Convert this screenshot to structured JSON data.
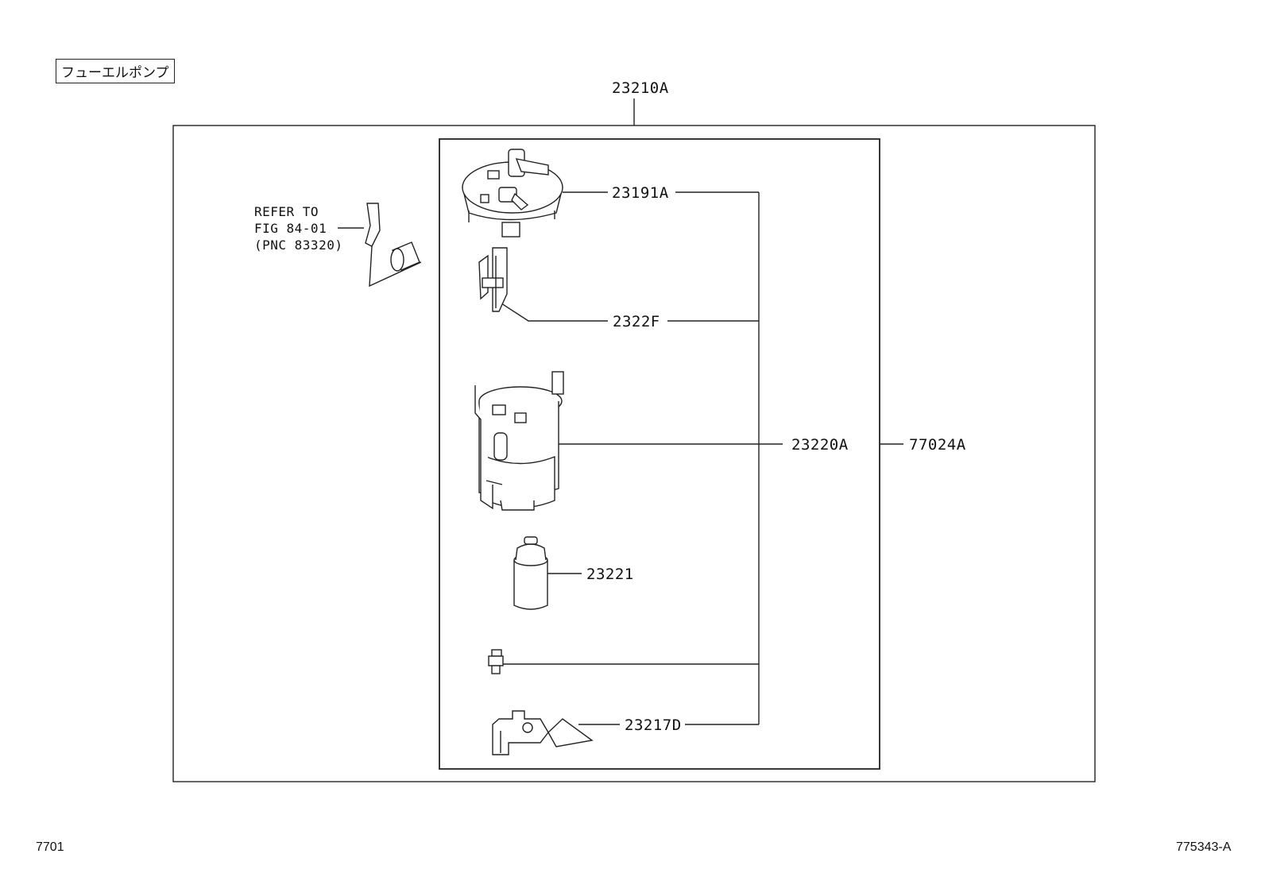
{
  "section_title": "フューエルポンプ",
  "parts": {
    "assembly": "23210A",
    "set_plate": "23191A",
    "bracket": "2322F",
    "filter": "23220A",
    "kit": "77024A",
    "pump": "23221",
    "gauge": "23217D"
  },
  "reference": {
    "line1": "REFER TO",
    "line2": "FIG 84-01",
    "line3": "(PNC 83320)"
  },
  "footer": {
    "left_code": "7701",
    "right_code": "775343-A"
  }
}
